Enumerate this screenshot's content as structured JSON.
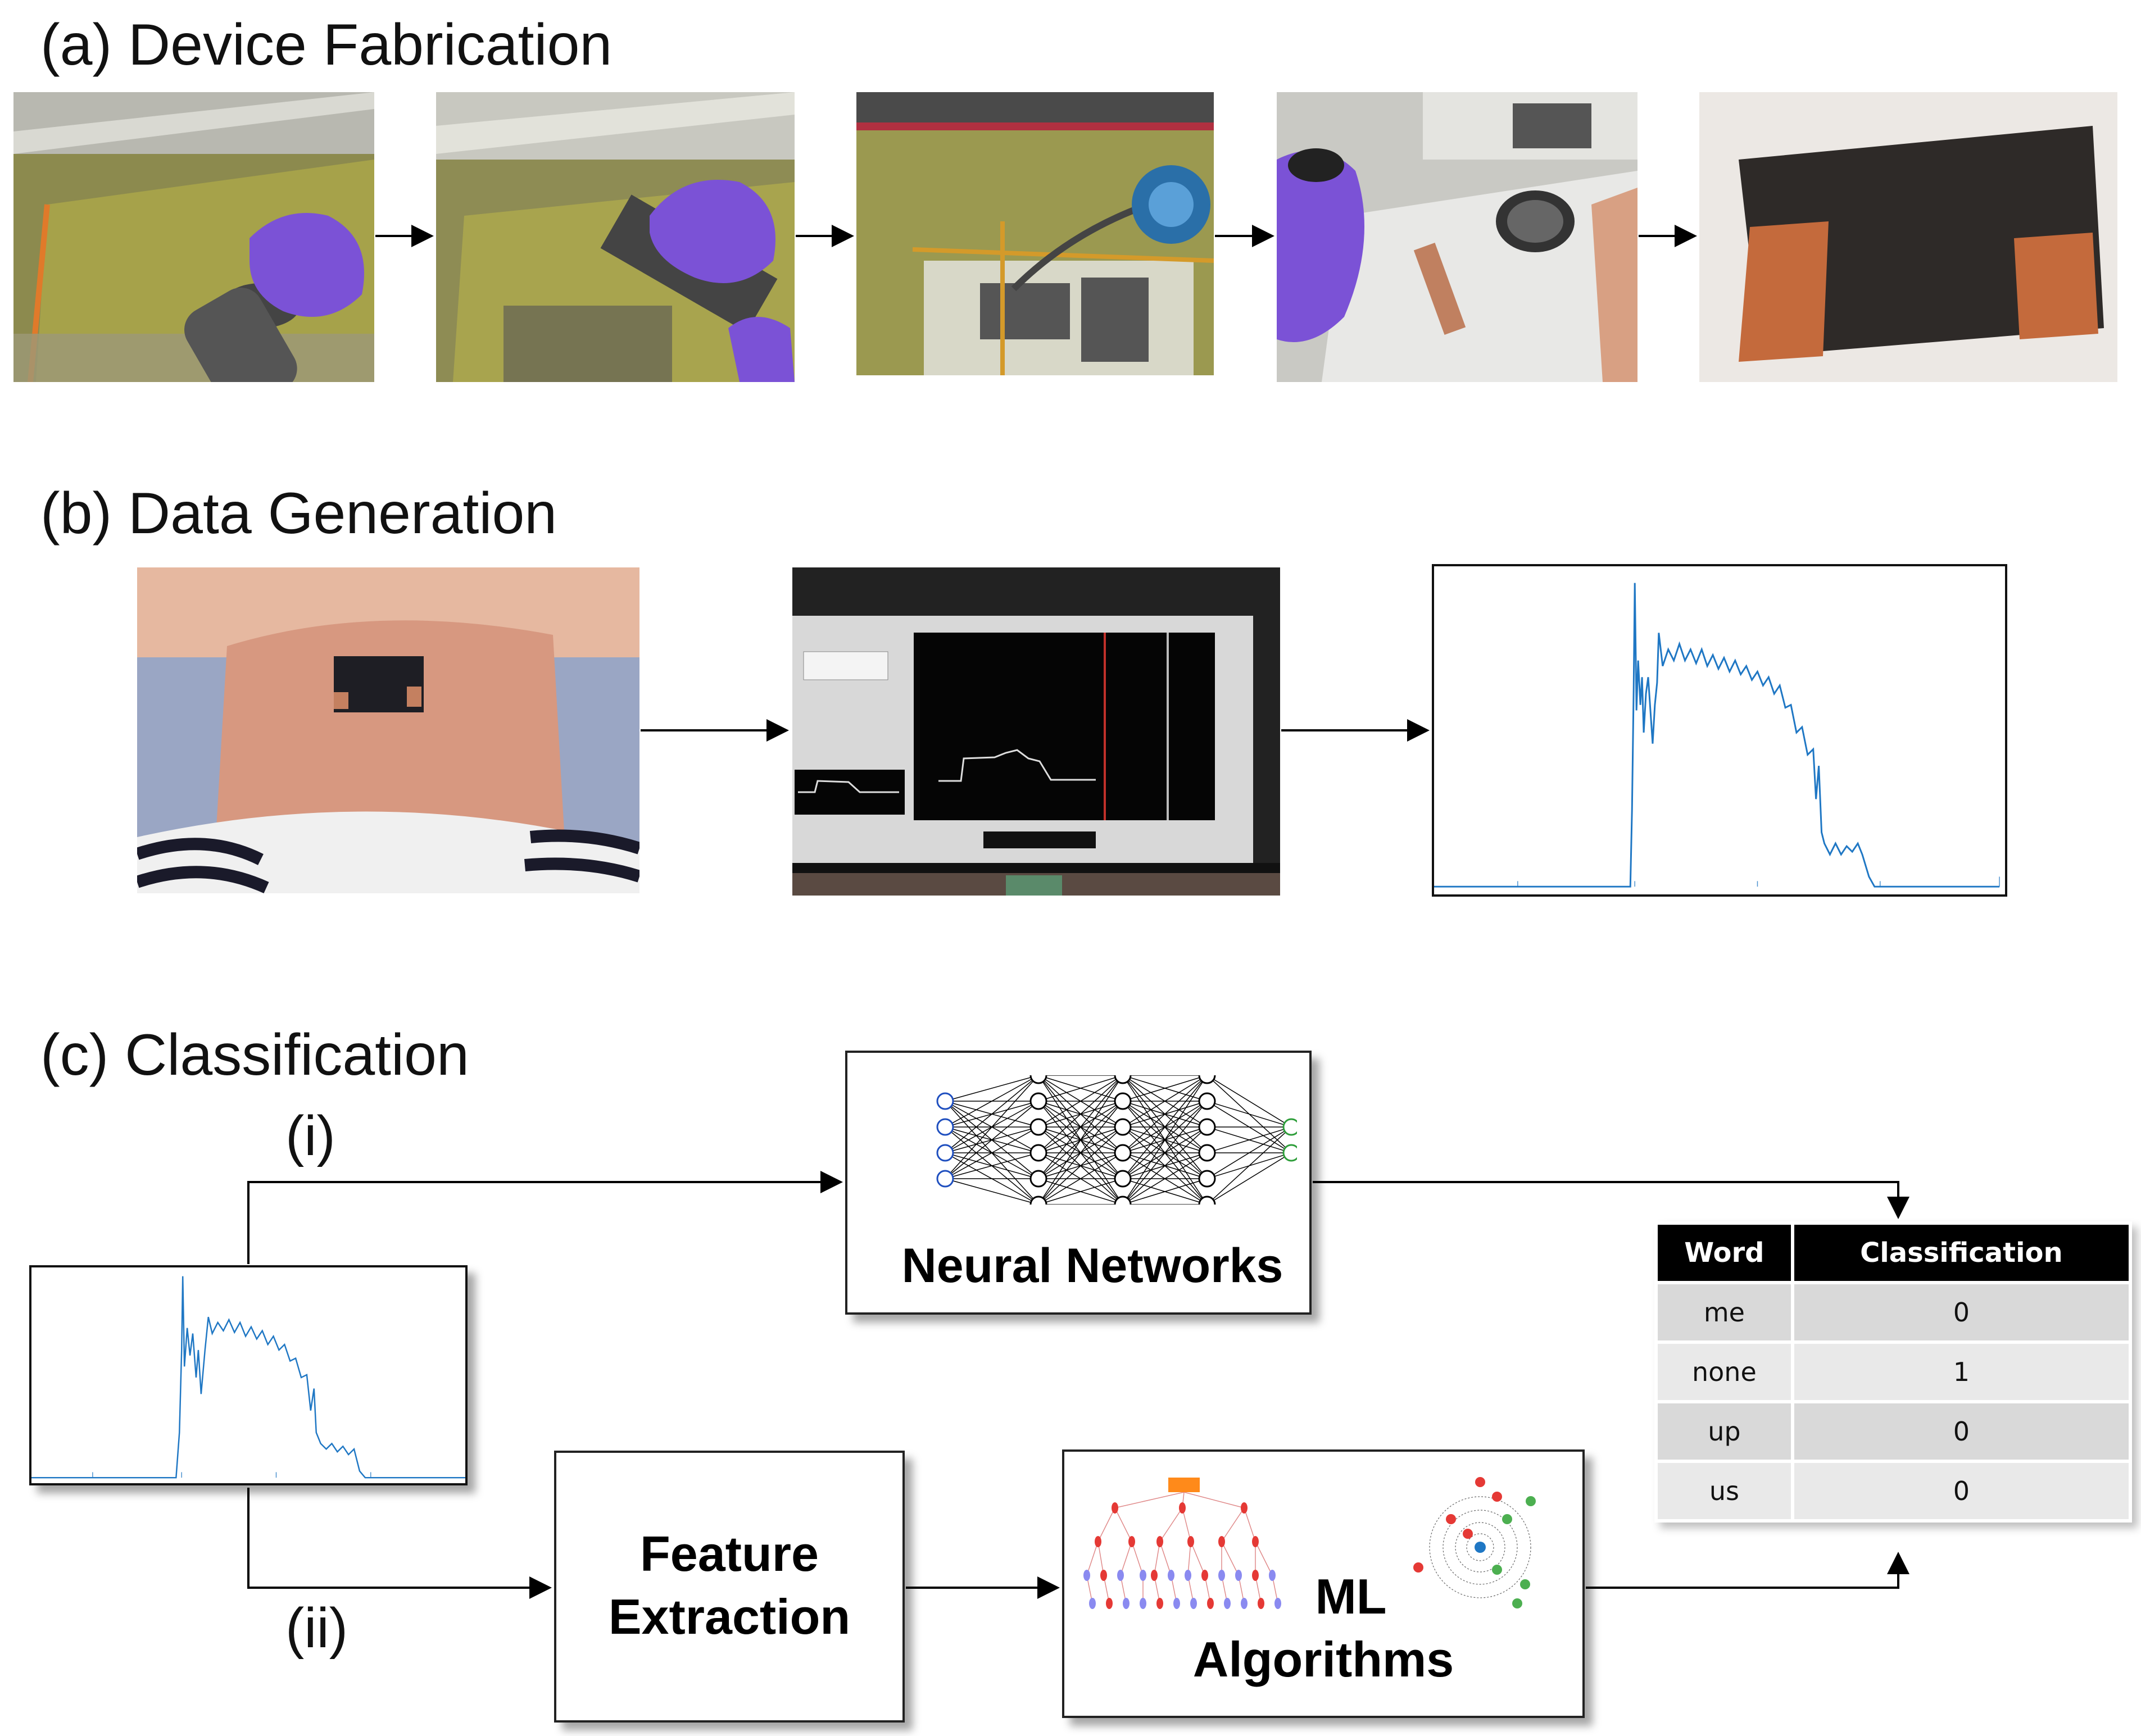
{
  "sections": {
    "a": "(a) Device Fabrication",
    "b": "(b) Data Generation",
    "c": "(c) Classification"
  },
  "paths": {
    "i": "(i)",
    "ii": "(ii)"
  },
  "boxes": {
    "neural_networks": "Neural Networks",
    "feature_extraction_1": "Feature",
    "feature_extraction_2": "Extraction",
    "ml_algorithms_1": "ML",
    "ml_algorithms_2": "Algorithms"
  },
  "colors": {
    "signal": "#1f77c4",
    "glove": "#7b52d6",
    "nn_input": "#1f4fbf",
    "nn_output": "#2e9e3a",
    "tree_red": "#e53935",
    "tree_blue": "#8a8af0"
  },
  "icons": {
    "photos": [
      "screen-printing-photo",
      "squeegee-photo",
      "ink-dispensing-photo",
      "electrode-attach-photo",
      "sensor-device-photo"
    ],
    "data_gen": [
      "throat-sensor-photo",
      "acquisition-screen-photo"
    ]
  },
  "table": {
    "headers": [
      "Word",
      "Classification"
    ],
    "rows": [
      {
        "word": "me",
        "cls": "0"
      },
      {
        "word": "none",
        "cls": "1"
      },
      {
        "word": "up",
        "cls": "0"
      },
      {
        "word": "us",
        "cls": "0"
      }
    ]
  }
}
